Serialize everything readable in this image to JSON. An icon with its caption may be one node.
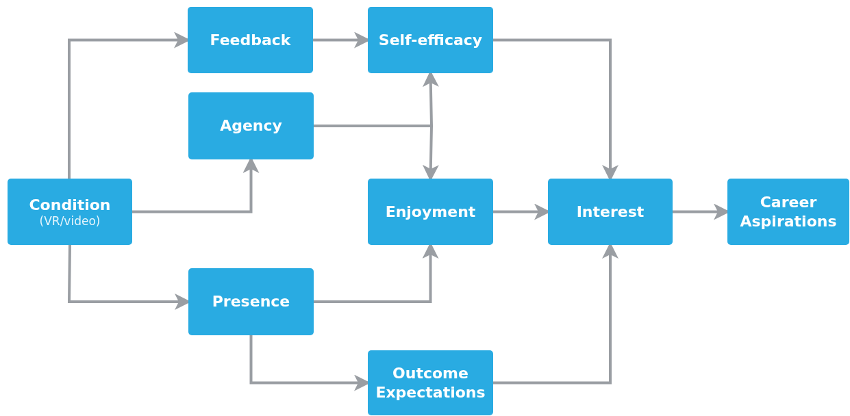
{
  "diagram": {
    "nodes": [
      {
        "text": [
          "Condition",
          "(VR/video)"
        ]
      },
      {
        "text": [
          "Feedback"
        ]
      },
      {
        "text": [
          "Agency"
        ]
      },
      {
        "text": [
          "Presence"
        ]
      },
      {
        "text": [
          "Self-efficacy"
        ]
      },
      {
        "text": [
          "Enjoyment"
        ]
      },
      {
        "text": [
          "Outcome Expectations"
        ]
      },
      {
        "text": [
          "Interest"
        ]
      },
      {
        "text": [
          "Career Aspirations"
        ]
      }
    ],
    "edges": [
      {
        "from": 0,
        "to": 1,
        "arrow": "to"
      },
      {
        "from": 0,
        "to": 2,
        "arrow": "to"
      },
      {
        "from": 0,
        "to": 3,
        "arrow": "to"
      },
      {
        "from": 1,
        "to": 4,
        "arrow": "to"
      },
      {
        "from": 2,
        "to": 4,
        "arrow": "to"
      },
      {
        "from": 2,
        "to": 5,
        "arrow": "to"
      },
      {
        "from": 4,
        "to": 7,
        "arrow": "to"
      },
      {
        "from": 5,
        "to": 7,
        "arrow": "to"
      },
      {
        "from": 3,
        "to": 5,
        "arrow": "to"
      },
      {
        "from": 3,
        "to": 6,
        "arrow": "to"
      },
      {
        "from": 6,
        "to": 7,
        "arrow": "to"
      },
      {
        "from": 7,
        "to": 8,
        "arrow": "to"
      }
    ]
  }
}
